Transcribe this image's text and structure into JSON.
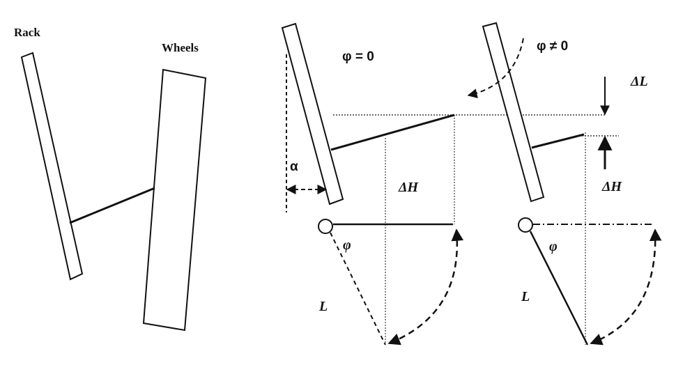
{
  "labels": {
    "rack": "Rack",
    "wheels": "Wheels",
    "phi_zero": "φ = 0",
    "phi_nonzero": "φ ≠ 0",
    "alpha": "α",
    "delta_h_left": "ΔH",
    "delta_h_right": "ΔH",
    "delta_l": "ΔL",
    "phi_left": "φ",
    "phi_right": "φ",
    "l_left": "L",
    "l_right": "L"
  },
  "colors": {
    "stroke": "#111111",
    "background": "#ffffff"
  }
}
